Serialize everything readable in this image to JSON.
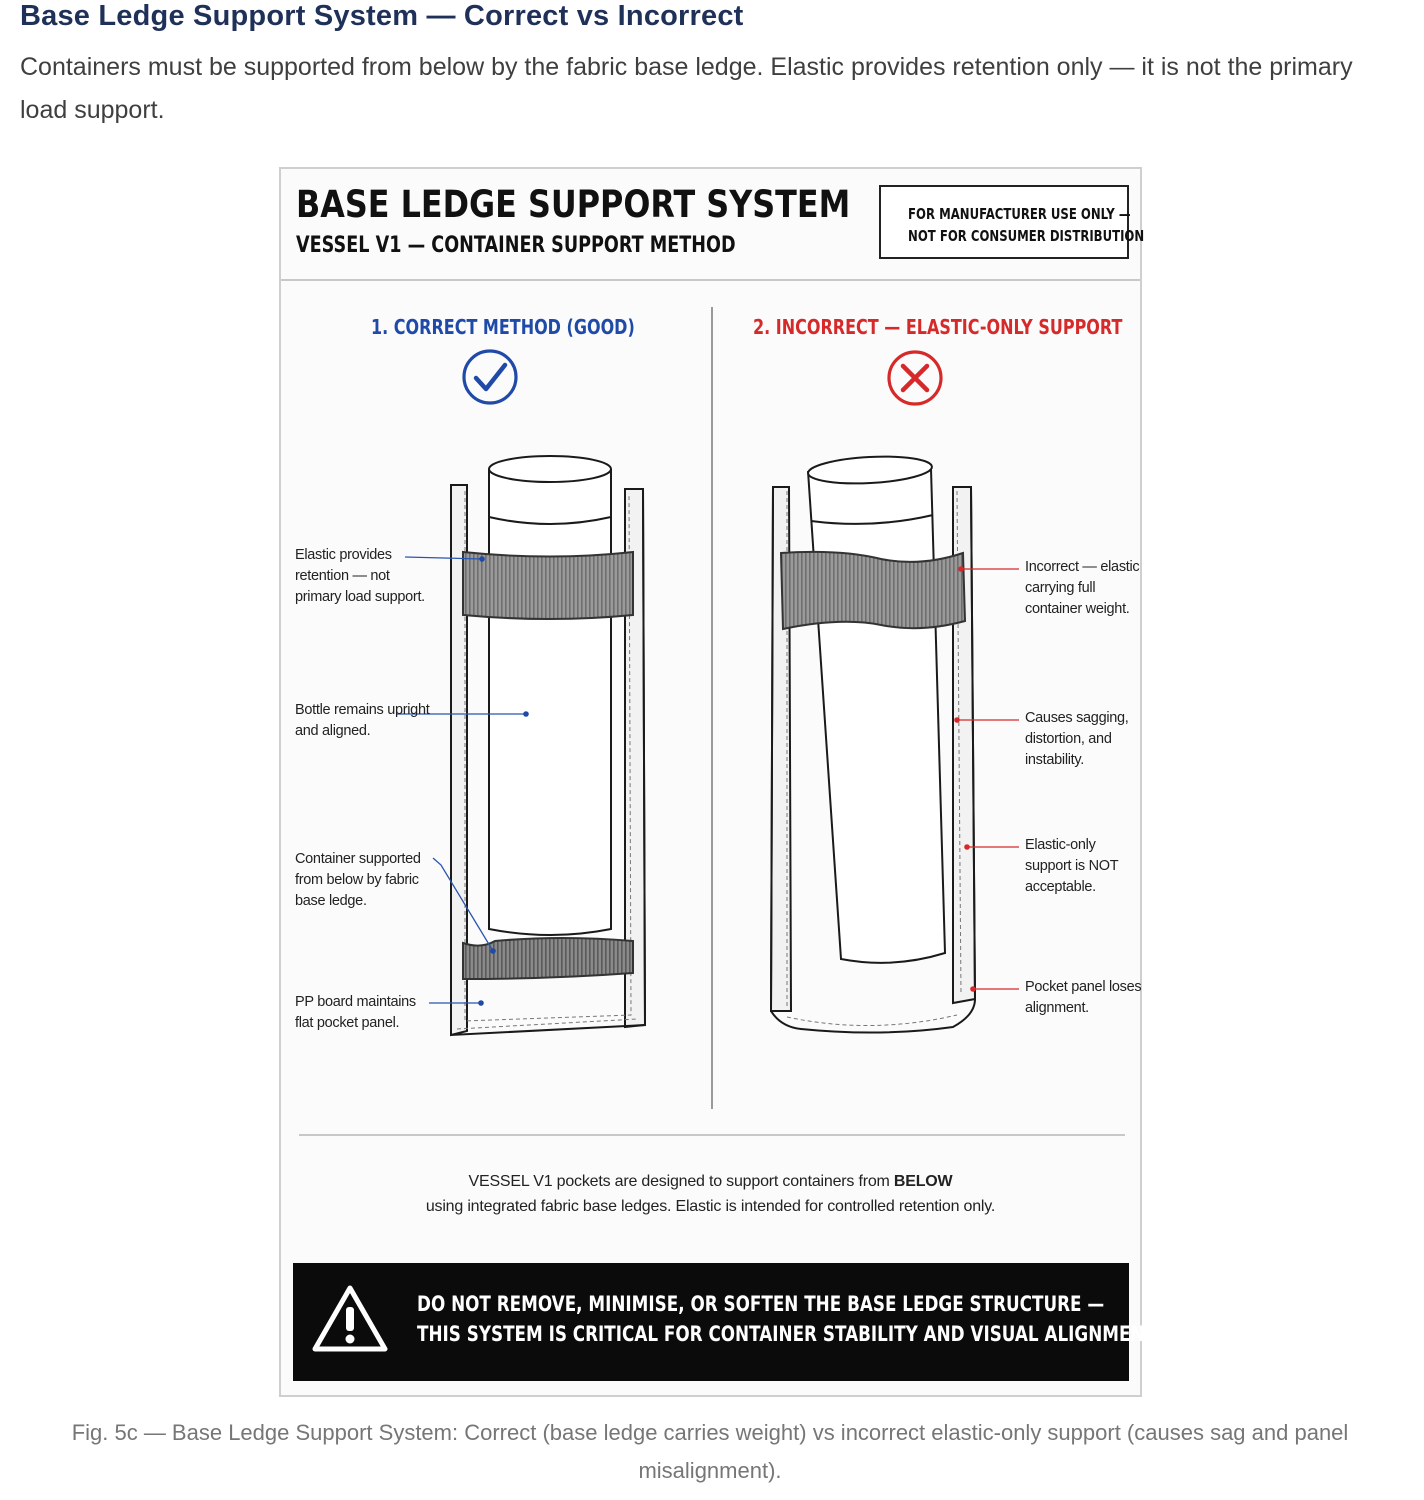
{
  "page": {
    "heading": "Base Ledge Support System — Correct vs Incorrect",
    "intro": "Containers must be supported from below by the fabric base ledge. Elastic provides retention only — it is not the primary load support.",
    "caption": "Fig. 5c — Base Ledge Support System: Correct (base ledge carries weight) vs incorrect elastic-only support (causes sag and panel misalignment)."
  },
  "figure": {
    "title": "BASE LEDGE SUPPORT SYSTEM",
    "subtitle": "VESSEL V1 — CONTAINER SUPPORT METHOD",
    "manufacturer_note_line1": "FOR MANUFACTURER USE ONLY —",
    "manufacturer_note_line2": "NOT FOR CONSUMER DISTRIBUTION",
    "correct": {
      "heading": "1. CORRECT METHOD (GOOD)",
      "icon": "check-circle-icon",
      "accent_color": "#1f4aa8",
      "callouts": [
        "Elastic provides retention — not primary load support.",
        "Bottle remains upright and aligned.",
        "Container supported from below by fabric base ledge.",
        "PP board maintains flat pocket panel."
      ]
    },
    "incorrect": {
      "heading": "2. INCORRECT — ELASTIC-ONLY SUPPORT",
      "icon": "x-circle-icon",
      "accent_color": "#d62a2a",
      "callouts": [
        "Incorrect — elastic carrying full container weight.",
        "Causes sagging, distortion, and instability.",
        "Elastic-only support is NOT acceptable.",
        "Pocket panel loses alignment."
      ]
    },
    "note_line1_prefix": "VESSEL V1 pockets are designed to support containers from",
    "note_line1_emphasis": "BELOW",
    "note_line2": "using integrated fabric base ledges. Elastic is intended for controlled retention only.",
    "warning_icon": "warning-triangle-icon",
    "warning_line1": "DO NOT REMOVE, MINIMISE, OR SOFTEN THE BASE LEDGE STRUCTURE —",
    "warning_line2": "THIS SYSTEM IS CRITICAL FOR CONTAINER STABILITY AND VISUAL ALIGNMENT."
  }
}
